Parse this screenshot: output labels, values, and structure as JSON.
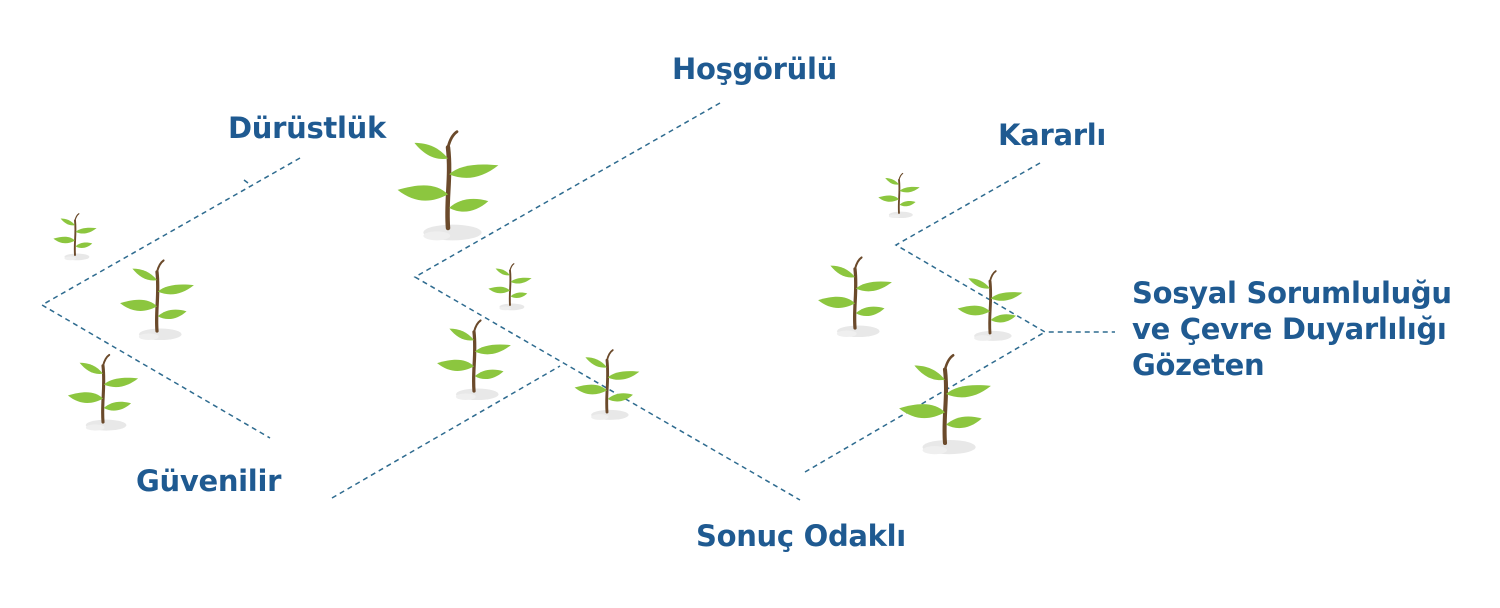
{
  "labels": {
    "durustluk": "Dürüstlük",
    "hosgorulu": "Hoşgörülü",
    "kararli": "Kararlı",
    "guvenilir": "Güvenilir",
    "sonuc_odakli": "Sonuç Odaklı",
    "sosyal_sorumluluk": [
      "Sosyal Sorumluluğu",
      "ve Çevre Duyarlılığı",
      "Gözeten"
    ]
  },
  "colors": {
    "label_text": "#1f5a91",
    "connector": "#2e6b8f",
    "leaf": "#8cc63f",
    "leaf_dark": "#6aa82c",
    "stem": "#6b4a2b",
    "shadow": "#e6e6e6"
  },
  "icons": {
    "sprout": "sprout-icon"
  }
}
